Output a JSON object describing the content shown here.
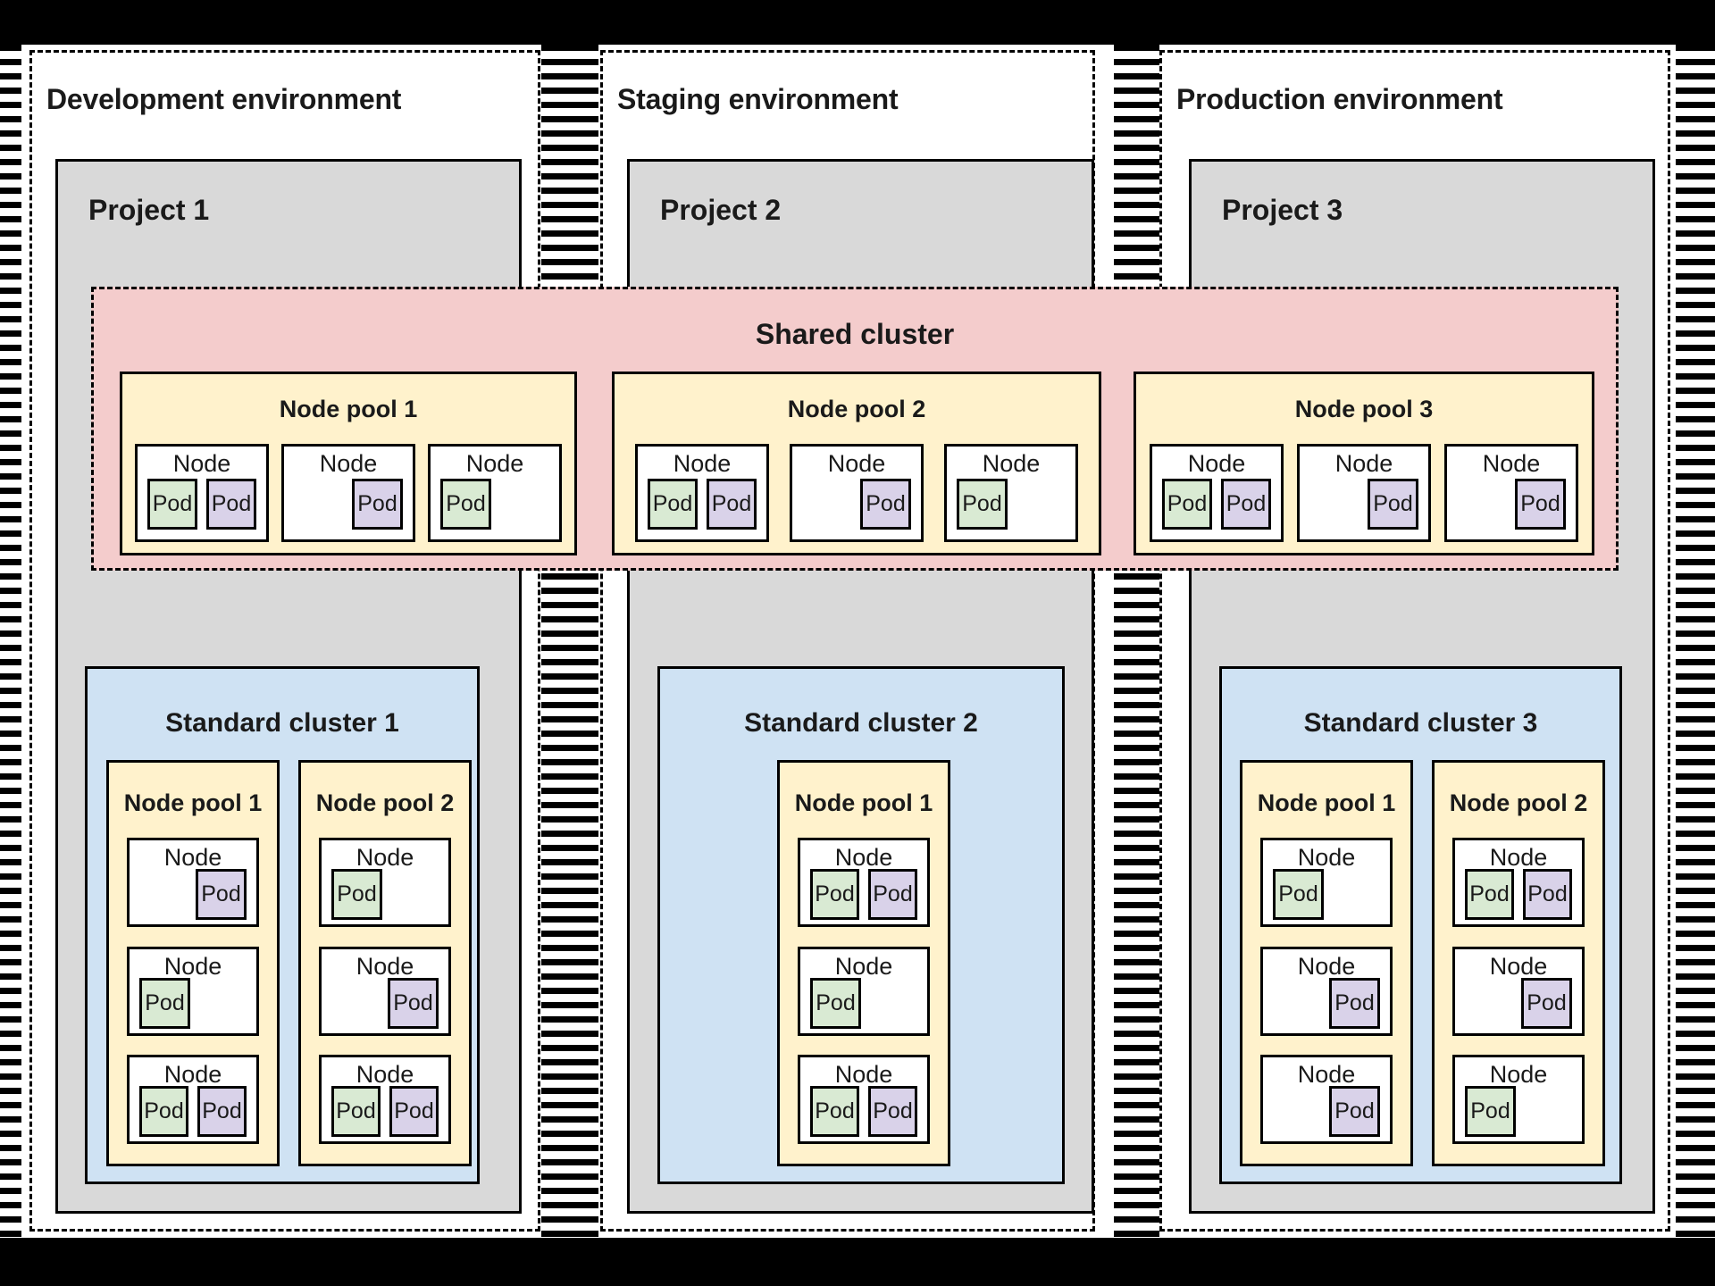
{
  "palette": {
    "project_bg": "#d9d9d9",
    "shared_cluster_bg": "#f4cccc",
    "node_pool_bg": "#fff2cc",
    "standard_cluster_bg": "#cfe2f3",
    "node_bg": "#ffffff",
    "pod_green": "#d9ead3",
    "pod_purple": "#d9d2e9",
    "frame": "#000000",
    "text": "#1a1a1a"
  },
  "labels": {
    "node": "Node",
    "pod": "Pod"
  },
  "shared_cluster": {
    "title": "Shared cluster",
    "node_pools": [
      {
        "title": "Node pool 1",
        "nodes": [
          {
            "align": "left",
            "pods": [
              "green",
              "purple"
            ]
          },
          {
            "align": "right",
            "pods": [
              "purple"
            ]
          },
          {
            "align": "left",
            "pods": [
              "green"
            ]
          }
        ]
      },
      {
        "title": "Node pool 2",
        "nodes": [
          {
            "align": "left",
            "pods": [
              "green",
              "purple"
            ]
          },
          {
            "align": "right",
            "pods": [
              "purple"
            ]
          },
          {
            "align": "left",
            "pods": [
              "green"
            ]
          }
        ]
      },
      {
        "title": "Node pool 3",
        "nodes": [
          {
            "align": "left",
            "pods": [
              "green",
              "purple"
            ]
          },
          {
            "align": "right",
            "pods": [
              "purple"
            ]
          },
          {
            "align": "right",
            "pods": [
              "purple"
            ]
          }
        ]
      }
    ]
  },
  "environments": [
    {
      "title": "Development environment",
      "project": "Project 1",
      "standard_cluster": {
        "title": "Standard cluster 1",
        "node_pools": [
          {
            "title": "Node pool 1",
            "nodes": [
              {
                "align": "right",
                "pods": [
                  "purple"
                ]
              },
              {
                "align": "left",
                "pods": [
                  "green"
                ]
              },
              {
                "align": "left",
                "pods": [
                  "green",
                  "purple"
                ]
              }
            ]
          },
          {
            "title": "Node pool 2",
            "nodes": [
              {
                "align": "left",
                "pods": [
                  "green"
                ]
              },
              {
                "align": "right",
                "pods": [
                  "purple"
                ]
              },
              {
                "align": "left",
                "pods": [
                  "green",
                  "purple"
                ]
              }
            ]
          }
        ]
      }
    },
    {
      "title": "Staging environment",
      "project": "Project 2",
      "standard_cluster": {
        "title": "Standard cluster 2",
        "node_pools": [
          {
            "title": "Node pool 1",
            "nodes": [
              {
                "align": "left",
                "pods": [
                  "green",
                  "purple"
                ]
              },
              {
                "align": "left",
                "pods": [
                  "green"
                ]
              },
              {
                "align": "left",
                "pods": [
                  "green",
                  "purple"
                ]
              }
            ]
          }
        ]
      }
    },
    {
      "title": "Production environment",
      "project": "Project 3",
      "standard_cluster": {
        "title": "Standard cluster 3",
        "node_pools": [
          {
            "title": "Node pool 1",
            "nodes": [
              {
                "align": "left",
                "pods": [
                  "green"
                ]
              },
              {
                "align": "right",
                "pods": [
                  "purple"
                ]
              },
              {
                "align": "right",
                "pods": [
                  "purple"
                ]
              }
            ]
          },
          {
            "title": "Node pool 2",
            "nodes": [
              {
                "align": "left",
                "pods": [
                  "green",
                  "purple"
                ]
              },
              {
                "align": "right",
                "pods": [
                  "purple"
                ]
              },
              {
                "align": "left",
                "pods": [
                  "green"
                ]
              }
            ]
          }
        ]
      }
    }
  ]
}
